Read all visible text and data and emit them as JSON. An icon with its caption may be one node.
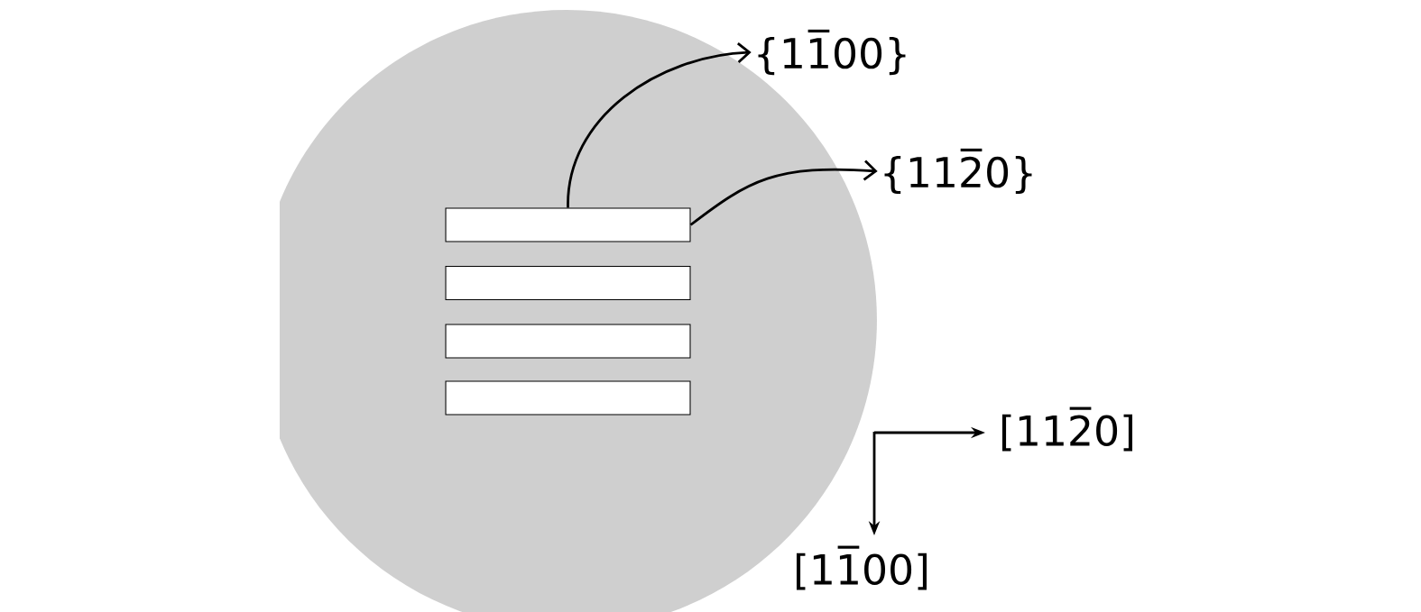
{
  "diagram": {
    "nodes": [
      {
        "text": [],
        "shape": "circle"
      },
      {
        "text": [],
        "shape": "bar",
        "in": 0
      },
      {
        "text": [],
        "shape": "bar",
        "in": 0
      },
      {
        "text": [],
        "shape": "bar",
        "in": 0
      },
      {
        "text": [],
        "shape": "bar",
        "in": 0
      },
      {
        "text": [
          "{11̅00}"
        ]
      },
      {
        "text": [
          "{112̅0}"
        ]
      }
    ],
    "edges": [
      {
        "from": 1,
        "to": 5,
        "arrow": "to"
      },
      {
        "from": 1,
        "to": 6,
        "arrow": "to"
      }
    ],
    "labels": [
      "[112̅0]",
      "[11̅00]"
    ]
  }
}
